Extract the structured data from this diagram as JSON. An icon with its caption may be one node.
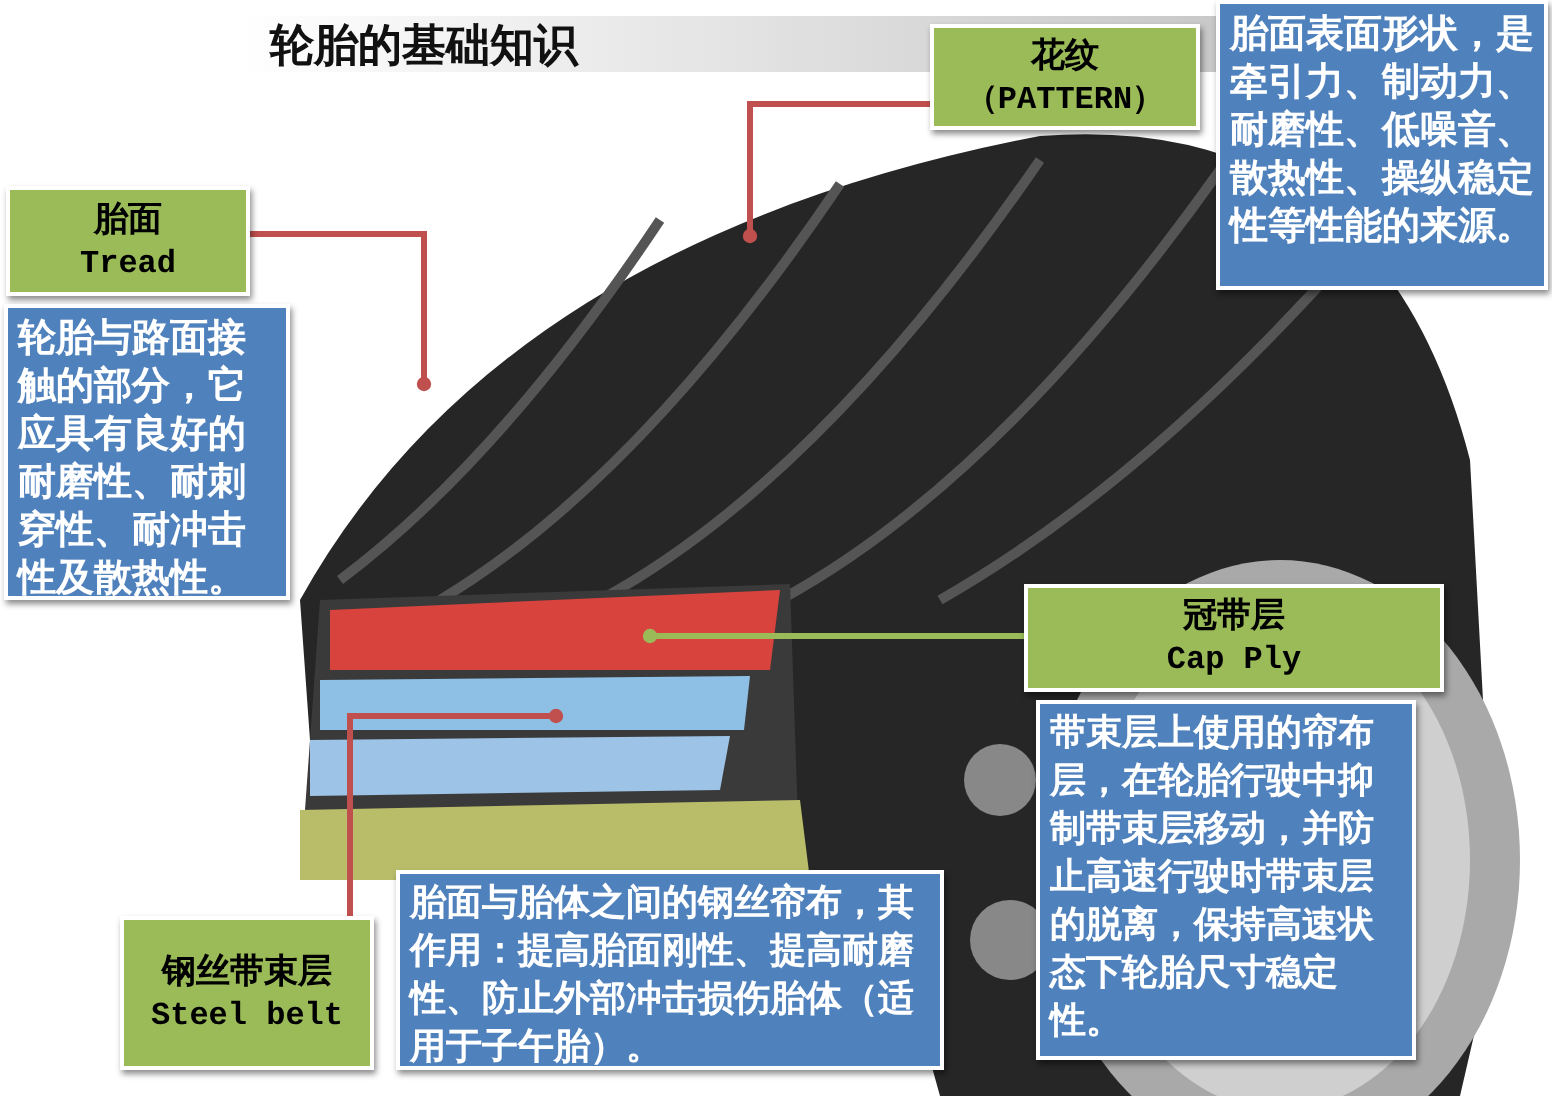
{
  "diagram": {
    "title": "轮胎的基础知识",
    "nodes": [
      {
        "text": [
          "花纹",
          "（PATTERN）"
        ]
      },
      {
        "text": [
          "胎面表面形状，是牵引力、制动力、耐磨性、低噪音、散热性、操纵稳定性等性能的来源。"
        ]
      },
      {
        "text": [
          "胎面",
          "Tread"
        ]
      },
      {
        "text": [
          "轮胎与路面接触的部分，它应具有良好的耐磨性、耐刺穿性、耐冲击性及散热性。"
        ]
      },
      {
        "text": [
          "冠带层",
          "Cap Ply"
        ]
      },
      {
        "text": [
          "带束层上使用的帘布层，在轮胎行驶中抑制带束层移动，并防止高速行驶时带束层的脱离，保持高速状态下轮胎尺寸稳定性。"
        ]
      },
      {
        "text": [
          "钢丝带束层",
          "Steel belt"
        ]
      },
      {
        "text": [
          "胎面与胎体之间的钢丝帘布，其作用：提高胎面刚性、提高耐磨性、防止外部冲击损伤胎体（适用于子午胎）。"
        ]
      }
    ],
    "edges": [
      {
        "from": 0,
        "to": null,
        "arrow": "other"
      },
      {
        "from": 2,
        "to": null,
        "arrow": "other"
      },
      {
        "from": 4,
        "to": null,
        "arrow": "other",
        "color": "#9bbb59"
      },
      {
        "from": 6,
        "to": null,
        "arrow": "other"
      }
    ]
  }
}
